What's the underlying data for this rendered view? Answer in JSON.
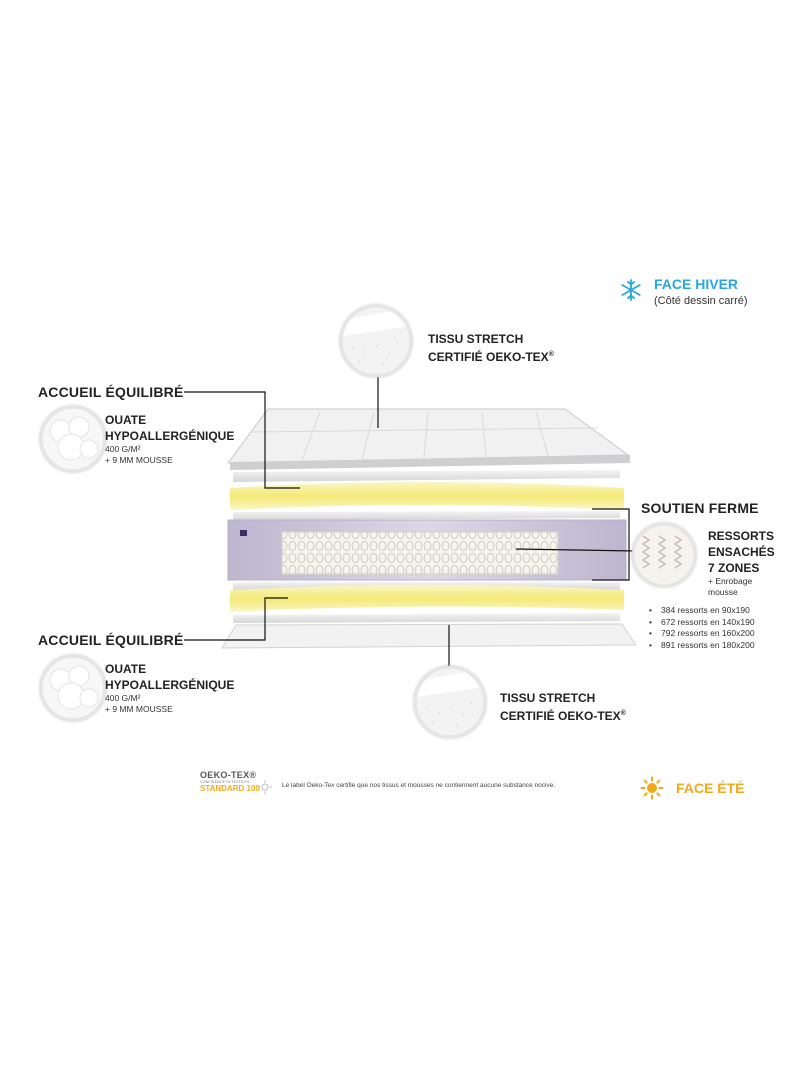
{
  "face_hiver": {
    "title": "FACE HIVER",
    "subtitle": "(Côté dessin carré)",
    "icon": "snowflake-icon",
    "color": "#2aa6dc"
  },
  "face_ete": {
    "title": "FACE ÉTÉ",
    "icon": "sun-icon",
    "color": "#f3a81c"
  },
  "top_fabric": {
    "line1": "TISSU STRETCH",
    "line2": "CERTIFIÉ OEKO-TEX",
    "mark": "®"
  },
  "bottom_fabric": {
    "line1": "TISSU STRETCH",
    "line2": "CERTIFIÉ OEKO-TEX",
    "mark": "®"
  },
  "accueil_top": {
    "title": "ACCUEIL ÉQUILIBRÉ",
    "item_line1": "OUATE",
    "item_line2": "HYPOALLERGÉNIQUE",
    "detail1": "400 G/M²",
    "detail2": "+ 9 MM MOUSSE"
  },
  "accueil_bottom": {
    "title": "ACCUEIL ÉQUILIBRÉ",
    "item_line1": "OUATE",
    "item_line2": "HYPOALLERGÉNIQUE",
    "detail1": "400 G/M²",
    "detail2": "+ 9 MM MOUSSE"
  },
  "soutien": {
    "title": "SOUTIEN FERME",
    "item_line1": "RESSORTS",
    "item_line2": "ENSACHÉS",
    "item_line3": "7 ZONES",
    "detail1": "+ Enrobage",
    "detail2": "mousse",
    "bullets": [
      "384 ressorts en 90x190",
      "672 ressorts en 140x190",
      "792 ressorts en 160x200",
      "891 ressorts en 180x200"
    ]
  },
  "oeko": {
    "logo_line1": "OEKO-TEX®",
    "logo_line2": "CONFIDENCE IN TEXTILES",
    "logo_line3": "STANDARD 100",
    "note": "Le label Oeko-Tex certifie que nos tissus et mousses ne contiennent aucune substance nocive."
  },
  "colors": {
    "foam_yellow": "#f6ee9c",
    "spring_purple": "#c9c2d6",
    "fabric_grey": "#e9e9ea"
  }
}
